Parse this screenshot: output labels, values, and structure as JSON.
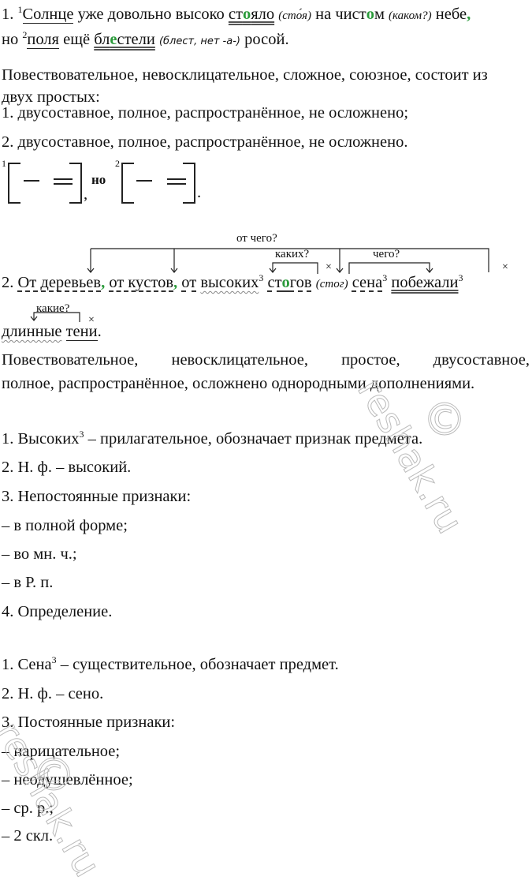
{
  "sentence1": {
    "num": "1.",
    "sup1": "1",
    "w_solntse": "Солнце",
    "t1": " уже довольно высоко ",
    "w_stoyalo_a": "ст",
    "w_stoyalo_o": "о",
    "w_stoyalo_b": "яло",
    "note_stoya": "(сто́я)",
    "t2": " на чист",
    "w_chistom_o": "о",
    "t2b": "м ",
    "note_kakom": "(каком?)",
    "t3": " небе",
    "comma": ",",
    "t4": "но ",
    "sup2": "2",
    "w_polya": "поля",
    "t5": " ещё ",
    "w_blest_a": "бл",
    "w_blest_e": "е",
    "w_blest_b": "стели",
    "note_blest": "(блест, нет -а-)",
    "t6": " росой."
  },
  "analysis1": {
    "line1": "Повествовательное, невосклицательное, сложное, союзное, состоит из",
    "line2": "двух простых:",
    "item1": "1. двусоставное, полное, распространённое, не осложнено;",
    "item2": "2. двусоставное, полное, распространённое, не осложнено."
  },
  "scheme": {
    "sup1": "1",
    "sup2": "2",
    "conj": "но",
    "comma": ",",
    "period": "."
  },
  "sentence2": {
    "num": "2.",
    "w1": "От деревьев",
    "c1": ",",
    "w2": "от кустов",
    "c2": ",",
    "w3": "от",
    "w4": "высоких",
    "sup3a": "3",
    "w5a": "ст",
    "w5o": "о",
    "w5b": "гов",
    "note_stog": "(стог)",
    "w6": "сена",
    "sup3b": "3",
    "w7": "побежали",
    "sup3c": "3",
    "w8": "длинные",
    "w9": "тени",
    "end": ".",
    "q_ot_chego": "от чего?",
    "q_kakih": "каких?",
    "q_chego": "чего?",
    "q_kakie": "какие?",
    "cross": "×"
  },
  "analysis2": {
    "line1_words": [
      "Повествовательное,",
      "невосклицательное,",
      "простое,",
      "двусоставное,"
    ],
    "line2": "полное, распространённое, осложнено однородными дополнениями."
  },
  "morph1": {
    "l1a": "1. Высоких",
    "l1sup": "3",
    "l1b": " – прилагательное, обозначает признак предмета.",
    "l2": "2. Н. ф. – высокий.",
    "l3": "3. Непостоянные признаки:",
    "l4": "– в полной форме;",
    "l5": "– во мн. ч.;",
    "l6": "– в Р. п.",
    "l7": "4. Определение."
  },
  "morph2": {
    "l1a": "1. Сена",
    "l1sup": "3",
    "l1b": " – существительное, обозначает предмет.",
    "l2": "2. Н. ф. – сено.",
    "l3": "3. Постоянные признаки:",
    "l4": "– нарицательное;",
    "l5": "– неодушевлённое;",
    "l6": "– ср. р.;",
    "l7": "– 2 скл."
  },
  "watermarks": [
    "reshak.ru",
    "©"
  ]
}
